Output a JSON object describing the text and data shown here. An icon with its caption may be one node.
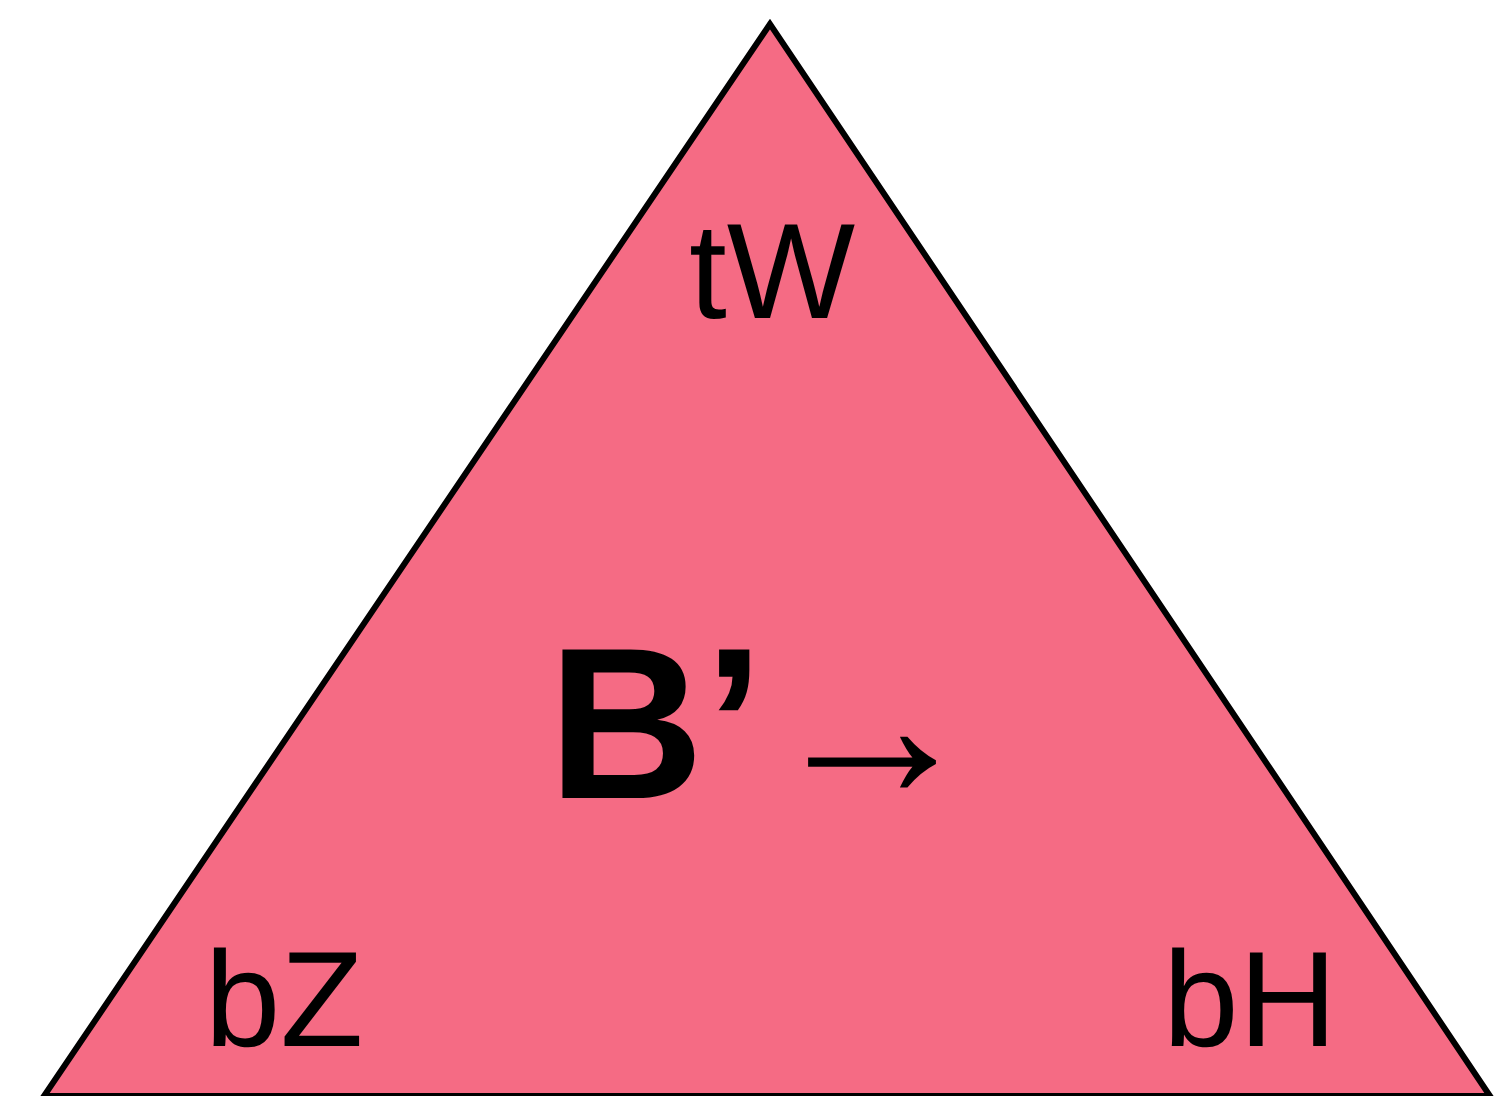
{
  "diagram": {
    "nodes": [
      {
        "text": [
          "tW",
          "**B’**→",
          "bZ",
          "bH"
        ]
      }
    ]
  }
}
